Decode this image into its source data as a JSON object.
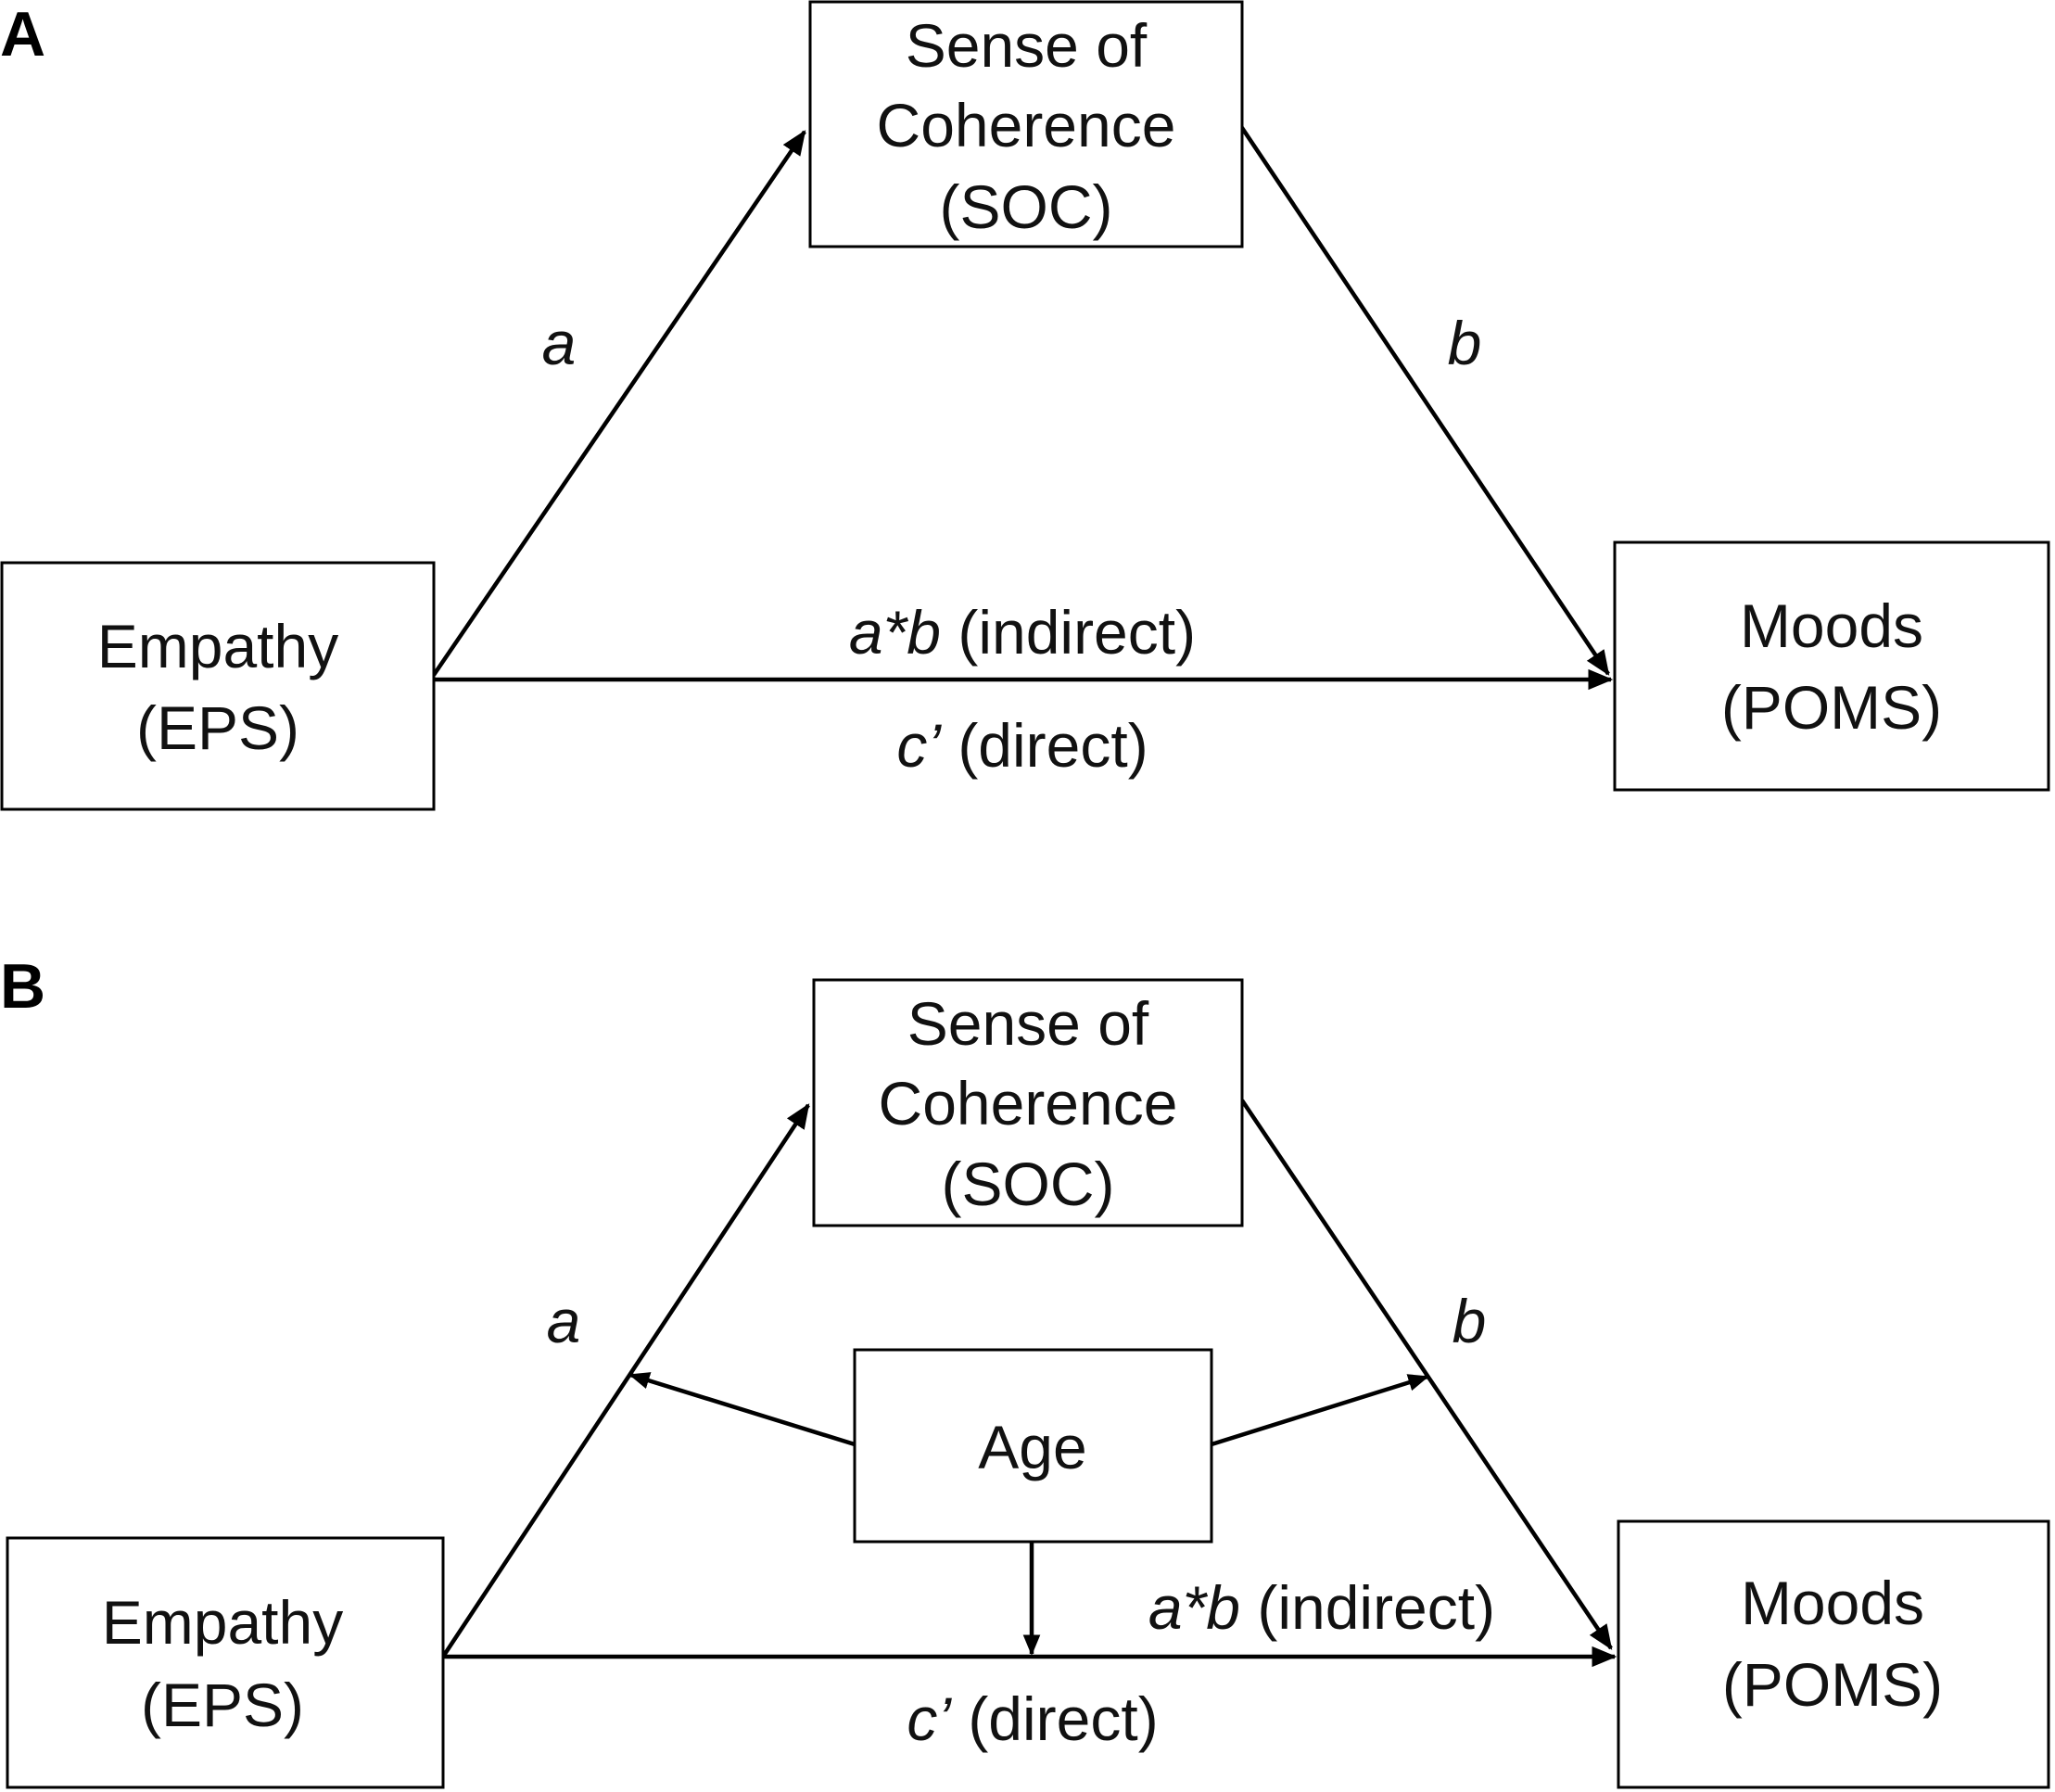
{
  "panels": [
    {
      "letter": "A",
      "soc": {
        "line1": "Sense of",
        "line2": "Coherence",
        "line3": "(SOC)"
      },
      "eps": {
        "line1": "Empathy",
        "line2": "(EPS)"
      },
      "poms": {
        "line1": "Moods",
        "line2": "(POMS)"
      },
      "path_a": "a",
      "path_b": "b",
      "indirect": {
        "sym": "a*b",
        "text": " (indirect)"
      },
      "direct": {
        "sym": "c’",
        "text": " (direct)"
      }
    },
    {
      "letter": "B",
      "soc": {
        "line1": "Sense of",
        "line2": "Coherence",
        "line3": "(SOC)"
      },
      "eps": {
        "line1": "Empathy",
        "line2": "(EPS)"
      },
      "poms": {
        "line1": "Moods",
        "line2": "(POMS)"
      },
      "moderator": "Age",
      "path_a": "a",
      "path_b": "b",
      "indirect": {
        "sym": "a*b",
        "text": " (indirect)"
      },
      "direct": {
        "sym": "c’",
        "text": " (direct)"
      }
    }
  ]
}
